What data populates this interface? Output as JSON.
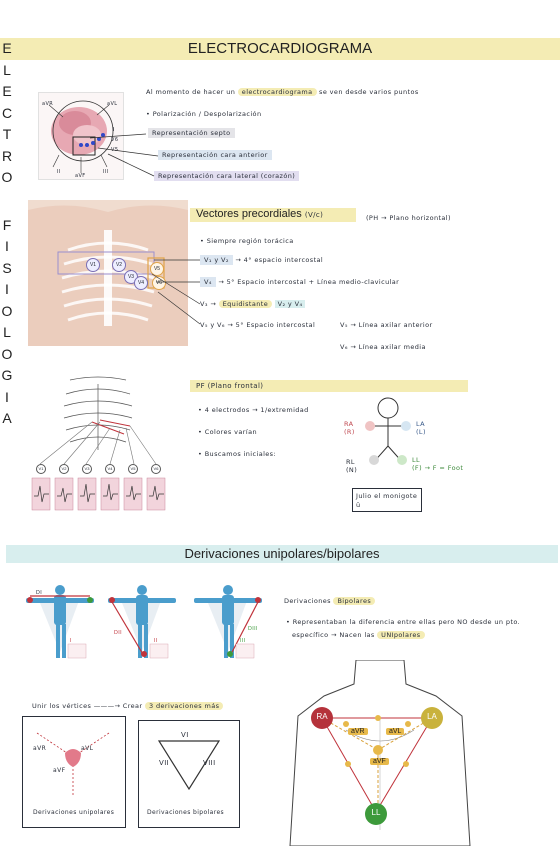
{
  "title": "ELECTROCARDIOGRAMA",
  "vertical_text": [
    "E",
    "L",
    "E",
    "C",
    "T",
    "R",
    "O",
    "",
    "F",
    "I",
    "S",
    "I",
    "O",
    "L",
    "O",
    "G",
    "I",
    "A"
  ],
  "section1": {
    "intro_prefix": "Al momento de hacer un",
    "intro_highlight": "electrocardiograma",
    "intro_suffix": "se ven desde varios puntos",
    "bullet1": "• Polarización / Despolarización",
    "rep_septo": "Representación septo",
    "rep_anterior": "Representación cara anterior",
    "rep_lateral": "Representación cara lateral (corazón)",
    "diagram_labels": [
      "aVR",
      "aVL",
      "I",
      "II",
      "III",
      "aVF",
      "V6",
      "V5"
    ]
  },
  "section2": {
    "heading": "Vectores precordiales",
    "heading_abbr": "(V/c)",
    "plane": "(PH → Plano horizontal)",
    "bullet": "• Siempre región torácica",
    "v1v2_label": "V₁ y V₂",
    "v1v2_desc": "4° espacio intercostal",
    "v4_label": "V₄",
    "v4_desc": "5° Espacio intercostal + Línea medio-clavicular",
    "v3_label": "V₃",
    "v3_desc": "Equidistante",
    "v3_ref": "V₂ y V₄",
    "v5v6_label": "V₅ y V₆",
    "v5v6_desc": "5° Espacio intercostal",
    "v5_desc": "V₅ → Línea axilar anterior",
    "v6_desc": "V₆ → Línea axilar media",
    "chest_labels": [
      "V1",
      "V2",
      "V3",
      "V4",
      "V5",
      "V6"
    ]
  },
  "section3": {
    "heading": "PF (Plano frontal)",
    "bullet1": "• 4 electrodos → 1/extremidad",
    "bullet2": "• Colores varían",
    "bullet3": "• Buscamos iniciales:",
    "ra": "RA",
    "ra_sub": "(R)",
    "la": "LA",
    "la_sub": "(L)",
    "rl": "RL",
    "rl_sub": "(N)",
    "ll": "LL",
    "ll_sub": "(F) → F = Foot",
    "mnemonic": "Julio el monigote",
    "mnemonic_face": "ü",
    "ecg_labels": [
      "V1",
      "V2",
      "V3",
      "V4",
      "V5",
      "V6"
    ]
  },
  "section4": {
    "banner": "Derivaciones unipolares/bipolares",
    "fig_labels": [
      "DI",
      "I",
      "DII",
      "II",
      "DIII",
      "III"
    ],
    "subhead_prefix": "Derivaciones",
    "subhead_highlight": "Bipolares",
    "desc_line1": "• Representaban la diferencia entre ellas pero NO desde un pto.",
    "desc_line2_prefix": "específico → Nacen las",
    "desc_line2_highlight": "UNIpolares",
    "unir_prefix": "Unir los vértices",
    "unir_middle": "Crear",
    "unir_highlight": "3 derivaciones más",
    "box1_labels": [
      "aVR",
      "aVL",
      "aVF"
    ],
    "box1_caption": "Derivaciones unipolares",
    "box2_labels": [
      "VI",
      "VII",
      "VIII"
    ],
    "box2_caption": "Derivaciones bipolares",
    "torso_labels": [
      "RA",
      "LA",
      "aVR",
      "aVL",
      "aVF",
      "LL"
    ]
  },
  "colors": {
    "title_band": "#f4ecb4",
    "banner": "#d8eeee",
    "ra": "#b5323b",
    "la": "#c9b23c",
    "ll": "#3d9a3b",
    "vector_box": "#d8d0ec"
  }
}
